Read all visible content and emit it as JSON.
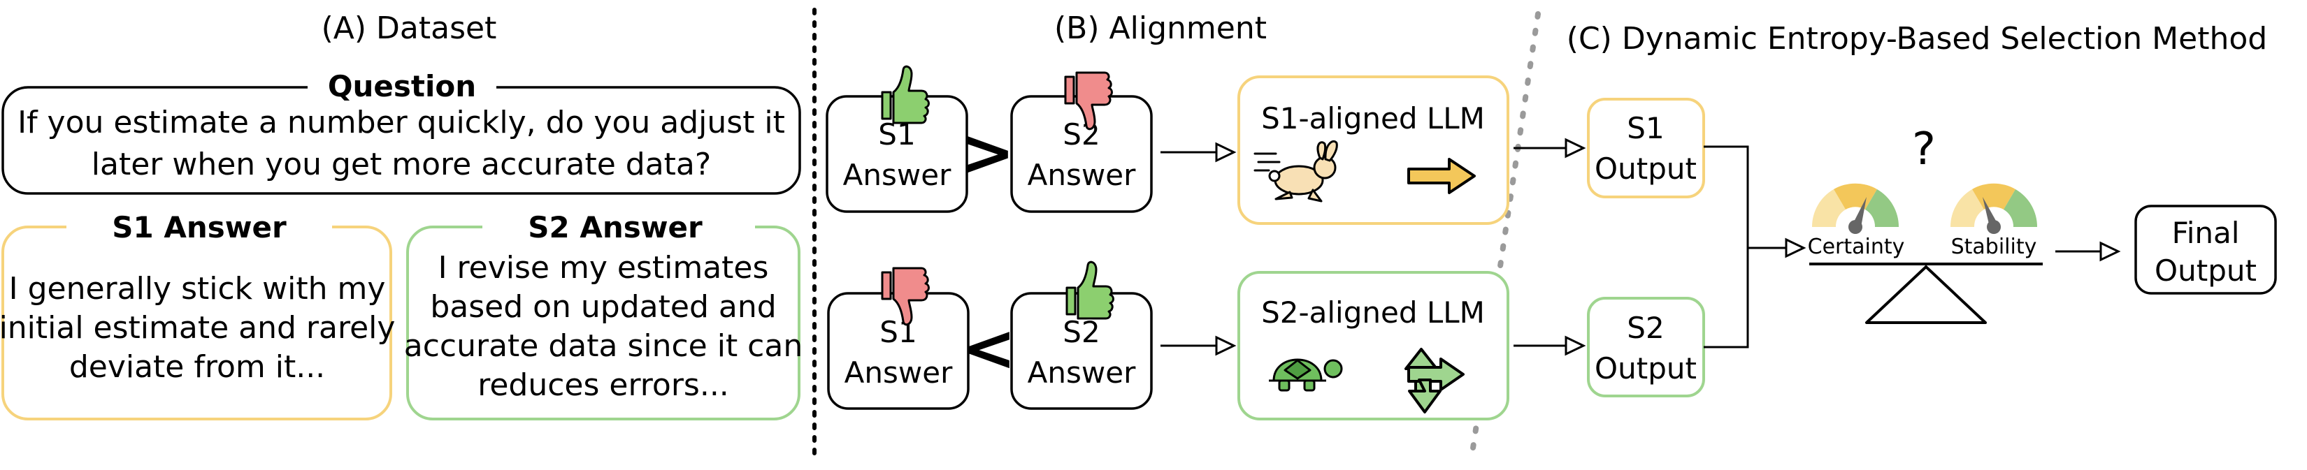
{
  "panels": {
    "a_title": "(A) Dataset",
    "b_title": "(B) Alignment",
    "c_title": "(C) Dynamic Entropy-Based Selection Method"
  },
  "dataset": {
    "question_label": "Question",
    "question_line1": "If you estimate a number quickly, do you adjust it",
    "question_line2": "later when you get more accurate data?",
    "s1_label": "S1 Answer",
    "s1_line1": "I generally stick with my",
    "s1_line2": "initial estimate and rarely",
    "s1_line3": "deviate from it...",
    "s2_label": "S2 Answer",
    "s2_line1": "I revise my estimates",
    "s2_line2": "based on updated and",
    "s2_line3": "accurate data since it can",
    "s2_line4": "reduces errors..."
  },
  "alignment": {
    "top_left_l1": "S1",
    "top_left_l2": "Answer",
    "top_right_l1": "S2",
    "top_right_l2": "Answer",
    "top_op": ">",
    "bottom_left_l1": "S1",
    "bottom_left_l2": "Answer",
    "bottom_right_l1": "S2",
    "bottom_right_l2": "Answer",
    "bottom_op": "<",
    "s1_llm": "S1-aligned LLM",
    "s2_llm": "S2-aligned LLM"
  },
  "selection": {
    "s1_out_l1": "S1",
    "s1_out_l2": "Output",
    "s2_out_l1": "S2",
    "s2_out_l2": "Output",
    "question_mark": "?",
    "certainty": "Certainty",
    "stability": "Stability",
    "final_l1": "Final",
    "final_l2": "Output"
  },
  "colors": {
    "s1_yellow": "#f6d37c",
    "s2_green": "#9fd58f",
    "thumb_up": "#8ccf6f",
    "thumb_down": "#f08c8c",
    "gauge_low": "#f9e3a6",
    "gauge_mid": "#f3c75a",
    "gauge_high": "#93c984",
    "needle": "#666666"
  },
  "icons": {
    "up": "thumbs-up-icon",
    "down": "thumbs-down-icon",
    "rabbit": "rabbit-icon",
    "turtle": "turtle-icon",
    "arrow_right": "arrow-right-icon",
    "arrow_branch": "branch-arrow-icon",
    "gauge": "gauge-icon",
    "balance": "balance-scale-icon"
  }
}
